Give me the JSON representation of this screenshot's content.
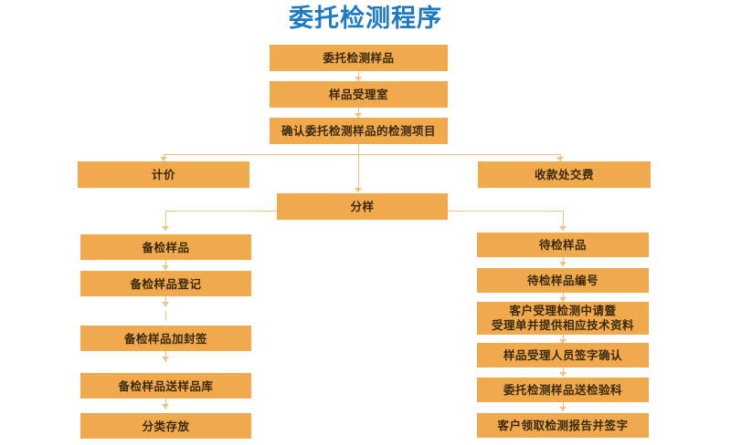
{
  "title": "委托检测程序",
  "colors": {
    "title": "#1f7bc1",
    "box_fill": "#f0a94c",
    "box_text": "#3a2a10",
    "connector": "#f2be7d",
    "arrow": "#f3c183",
    "background": "#ffffff"
  },
  "flow": {
    "top": [
      {
        "id": "n1",
        "label": "委托检测样品"
      },
      {
        "id": "n2",
        "label": "样品受理室"
      },
      {
        "id": "n3",
        "label": "确认委托检测样品的检测项目"
      }
    ],
    "branch_row": [
      {
        "id": "n4",
        "label": "计价"
      },
      {
        "id": "n5",
        "label": "收款处交费"
      }
    ],
    "split": {
      "id": "n6",
      "label": "分样"
    },
    "left_column": [
      {
        "id": "L1",
        "label": "备检样品"
      },
      {
        "id": "L2",
        "label": "备检样品登记"
      },
      {
        "id": "L3",
        "label": "备检样品加封签"
      },
      {
        "id": "L4",
        "label": "备检样品送样品库"
      },
      {
        "id": "L5",
        "label": "分类存放"
      }
    ],
    "right_column": [
      {
        "id": "R1",
        "label": "待检样品"
      },
      {
        "id": "R2",
        "label": "待检样品编号"
      },
      {
        "id": "R3",
        "label": "客户受理检测中请暨\n受理单并提供相应技术资料"
      },
      {
        "id": "R4",
        "label": "样品受理人员签字确认"
      },
      {
        "id": "R5",
        "label": "委托检测样品送检验科"
      },
      {
        "id": "R6",
        "label": "客户领取检测报告并签字"
      }
    ]
  }
}
